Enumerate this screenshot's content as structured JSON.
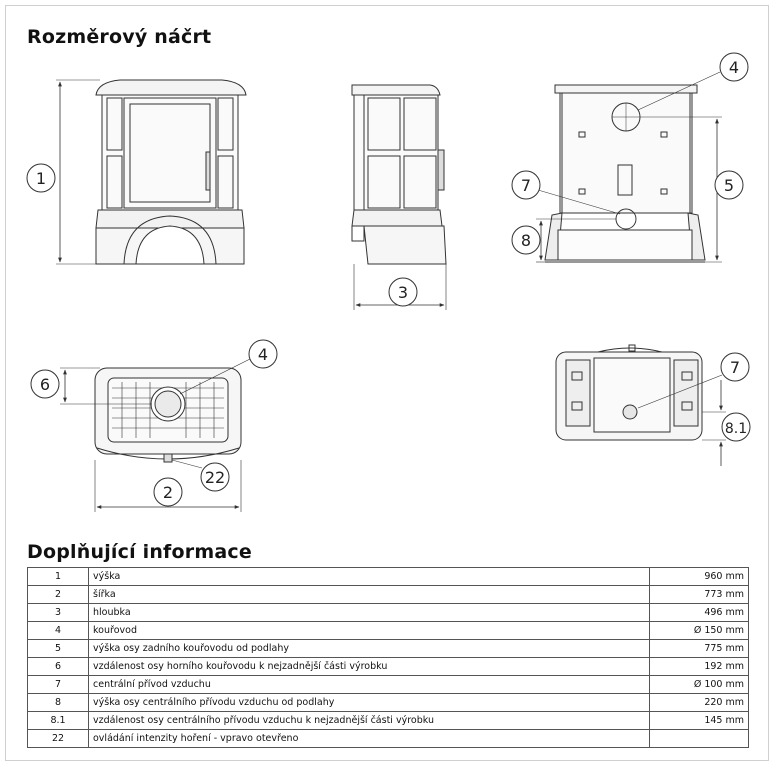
{
  "titles": {
    "sketch": "Rozměrový náčrt",
    "info": "Doplňující informace"
  },
  "callouts": {
    "c1": "1",
    "c2": "2",
    "c3": "3",
    "c4a": "4",
    "c4b": "4",
    "c5": "5",
    "c6": "6",
    "c7a": "7",
    "c7b": "7",
    "c8": "8",
    "c81": "8.1",
    "c22": "22"
  },
  "table": {
    "rows": [
      {
        "id": "1",
        "label": "výška",
        "value": "960 mm"
      },
      {
        "id": "2",
        "label": "šířka",
        "value": "773 mm"
      },
      {
        "id": "3",
        "label": "hloubka",
        "value": "496 mm"
      },
      {
        "id": "4",
        "label": "kouřovod",
        "value": "Ø 150 mm"
      },
      {
        "id": "5",
        "label": "výška osy zadního kouřovodu od podlahy",
        "value": "775 mm"
      },
      {
        "id": "6",
        "label": "vzdálenost osy horního kouřovodu k nejzadnější části výrobku",
        "value": "192 mm"
      },
      {
        "id": "7",
        "label": "centrální přívod vzduchu",
        "value": "Ø 100 mm"
      },
      {
        "id": "8",
        "label": "výška osy centrálního přívodu vzduchu od podlahy",
        "value": "220 mm"
      },
      {
        "id": "8.1",
        "label": "vzdálenost osy centrálního přívodu vzduchu k nejzadnější části výrobku",
        "value": "145 mm"
      },
      {
        "id": "22",
        "label": "ovládání intenzity hoření - vpravo otevřeno",
        "value": ""
      }
    ]
  }
}
